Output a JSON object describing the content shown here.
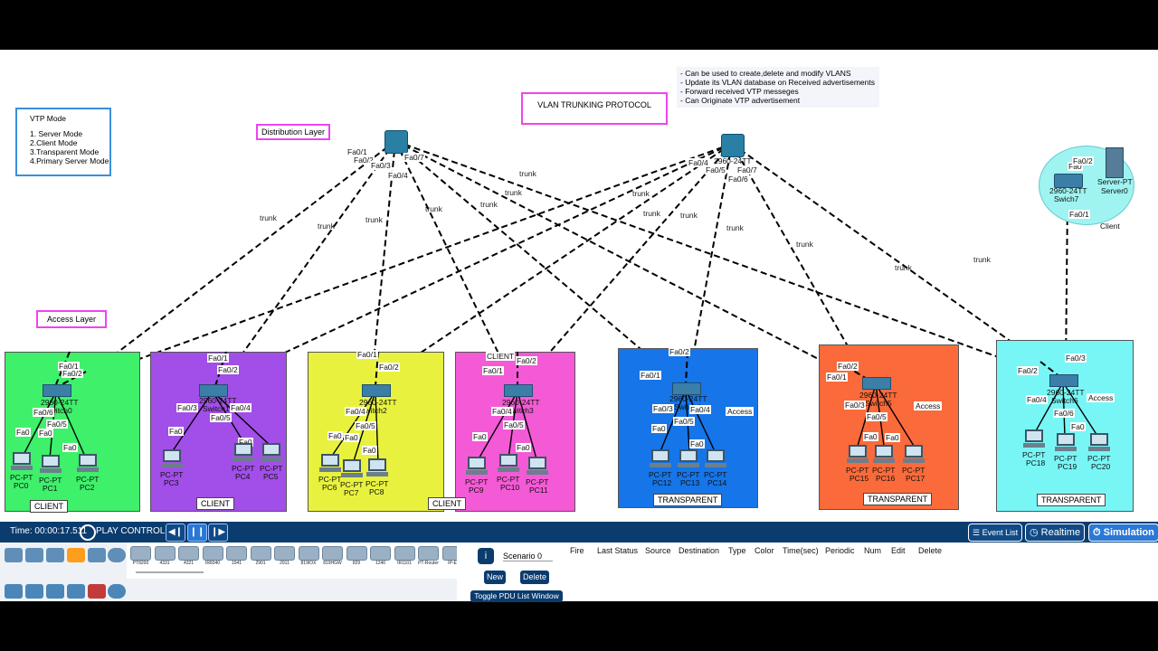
{
  "workspace": {
    "vtp_mode_box": {
      "title": "VTP Mode",
      "lines": [
        "1. Server Mode",
        "2.Client  Mode",
        "3.Transparent Mode",
        "4.Primary Server Mode"
      ]
    },
    "distribution_label": "Distribution Layer",
    "access_label": "Access Layer",
    "vtp_title": "VLAN TRUNKING PROTOCOL",
    "vtp_notes": [
      "- Can be used to create,delete and modify VLANS",
      "- Update its VLAN database on Received advertisements",
      "- Forward received VTP messeges",
      "- Can Originate VTP advertisement"
    ],
    "trunk_label": "trunk",
    "dist_left_ports": [
      "Fa0/1",
      "Fa0/2",
      "Fa0/3",
      "Fa0/7",
      "Fa0/4"
    ],
    "dist_right_ports": [
      "Fa0/4",
      "Fa0/5",
      "Fa0/7",
      "Fa0/6",
      "2960-24TT"
    ],
    "server_area": {
      "switch_model": "2960-24TT",
      "switch_name": "Swich7",
      "server_type": "Server-PT",
      "server_name": "Server0",
      "mode": "Client",
      "ports": [
        "Fa0",
        "Fa0/2",
        "Fa0/1"
      ]
    },
    "zones": [
      {
        "color": "#3ef06a",
        "mode": "CLIENT",
        "switch_label": "2960-24TT",
        "switch_name": "Switch0",
        "pcs": [
          "PC0",
          "PC1",
          "PC2"
        ],
        "ports": [
          "Fa0/1",
          "Fa0/2",
          "Fa0/6",
          "Fa0/5",
          "Fa0",
          "Fa0",
          "Fa0"
        ]
      },
      {
        "color": "#a24ee8",
        "mode": "CLIENT",
        "switch_label": "2960-24TT",
        "switch_name": "Switch1",
        "pcs": [
          "PC3",
          "PC4",
          "PC5"
        ],
        "ports": [
          "Fa0/1",
          "Fa0/2",
          "Fa0/3",
          "Fa0/4",
          "Fa0/5",
          "Fa0",
          "Fa0"
        ]
      },
      {
        "color": "#e8f23e",
        "mode": "CLIENT",
        "switch_label": "2960-24TT",
        "switch_name": "Switch2",
        "pcs": [
          "PC6",
          "PC7",
          "PC8"
        ],
        "ports": [
          "Fa0/1",
          "Fa0/2",
          "Fa0/4",
          "Fa0/5",
          "Fa0",
          "Fa0",
          "Fa0"
        ]
      },
      {
        "color": "#f45ad6",
        "mode": "CLIENT",
        "switch_label": "2960-24TT",
        "switch_name": "Switch3",
        "pcs": [
          "PC9",
          "PC10",
          "PC11"
        ],
        "ports": [
          "Fa0/1",
          "Fa0/2",
          "Fa0/4",
          "Fa0/5",
          "Fa0",
          "Fa0"
        ]
      },
      {
        "color": "#1675e8",
        "mode": "TRANSPARENT",
        "switch_label": "2960-24TT",
        "switch_name": "Switch4",
        "pcs": [
          "PC12",
          "PC13",
          "PC14"
        ],
        "ports": [
          "Fa0/2",
          "Fa0/1",
          "Fa0/3",
          "Fa0/4",
          "Fa0/5",
          "Fa0",
          "Fa0"
        ],
        "access": "Access"
      },
      {
        "color": "#fb6a3a",
        "mode": "TRANSPARENT",
        "switch_label": "2960-24TT",
        "switch_name": "Switch5",
        "pcs": [
          "PC15",
          "PC16",
          "PC17"
        ],
        "ports": [
          "Fa0/2",
          "Fa0/1",
          "Fa0/3",
          "Fa0/5",
          "Fa0",
          "Fa0"
        ],
        "access": "Access"
      },
      {
        "color": "#78f6f6",
        "mode": "TRANSPARENT",
        "switch_label": "2960-24TT",
        "switch_name": "Switch6",
        "pcs": [
          "PC18",
          "PC19",
          "PC20"
        ],
        "ports": [
          "Fa0/3",
          "Fa0/2",
          "Fa0/4",
          "Fa0/6",
          "Fa0"
        ],
        "access": "Access"
      }
    ]
  },
  "control_bar": {
    "time": "Time: 00:00:17.511",
    "play_controls": "PLAY CONTROLS",
    "event_list": "Event List",
    "realtime": "Realtime",
    "simulation": "Simulation"
  },
  "device_models": [
    "PT8200",
    "4331",
    "4321",
    "IR8340",
    "1941",
    "2901",
    "2911",
    "819IOX",
    "819HGW",
    "829",
    "1240",
    "IR1101",
    "PT-Router",
    "IP-E"
  ],
  "sim_panel": {
    "scenario": "Scenario 0",
    "new": "New",
    "delete": "Delete",
    "toggle": "Toggle PDU List Window"
  },
  "pdu_columns": [
    "Fire",
    "Last Status",
    "Source",
    "Destination",
    "Type",
    "Color",
    "Time(sec)",
    "Periodic",
    "Num",
    "Edit",
    "Delete"
  ],
  "colors": {
    "toolbar_bg": "#0b3c6e",
    "label_magenta": "#ee44f0"
  }
}
